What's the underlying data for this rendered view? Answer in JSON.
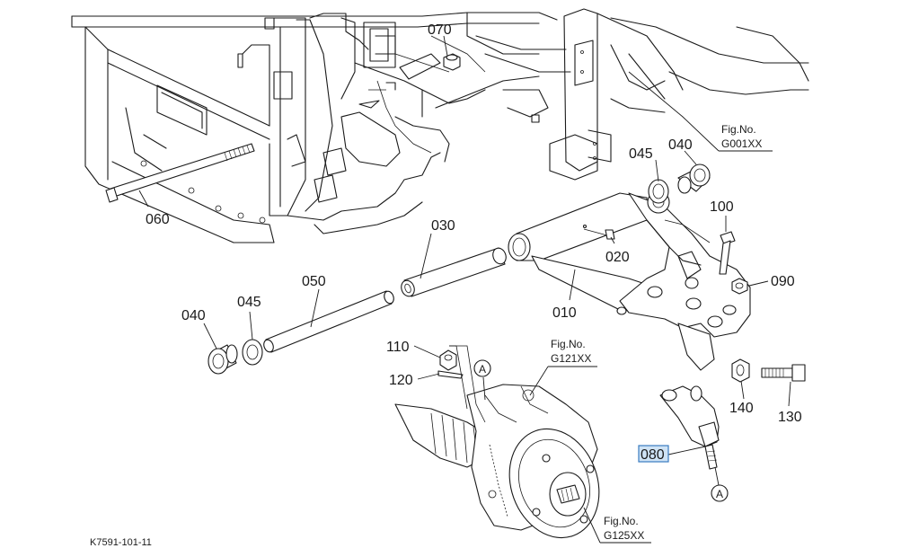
{
  "labels": {
    "p010": "010",
    "p020": "020",
    "p030": "030",
    "p040_top": "040",
    "p040_left": "040",
    "p045_top": "045",
    "p045_left": "045",
    "p050": "050",
    "p060": "060",
    "p070": "070",
    "p080": "080",
    "p090": "090",
    "p100": "100",
    "p110": "110",
    "p120": "120",
    "p130": "130",
    "p140": "140"
  },
  "fig_refs": {
    "g001": {
      "line1": "Fig.No.",
      "line2": "G001XX"
    },
    "g121": {
      "line1": "Fig.No.",
      "line2": "G121XX"
    },
    "g125": {
      "line1": "Fig.No.",
      "line2": "G125XX"
    }
  },
  "markers": {
    "a1": "A",
    "a2": "A"
  },
  "drawing_code": "K7591-101-11",
  "highlight_color": "#cfe3f5",
  "selected_part": "080"
}
